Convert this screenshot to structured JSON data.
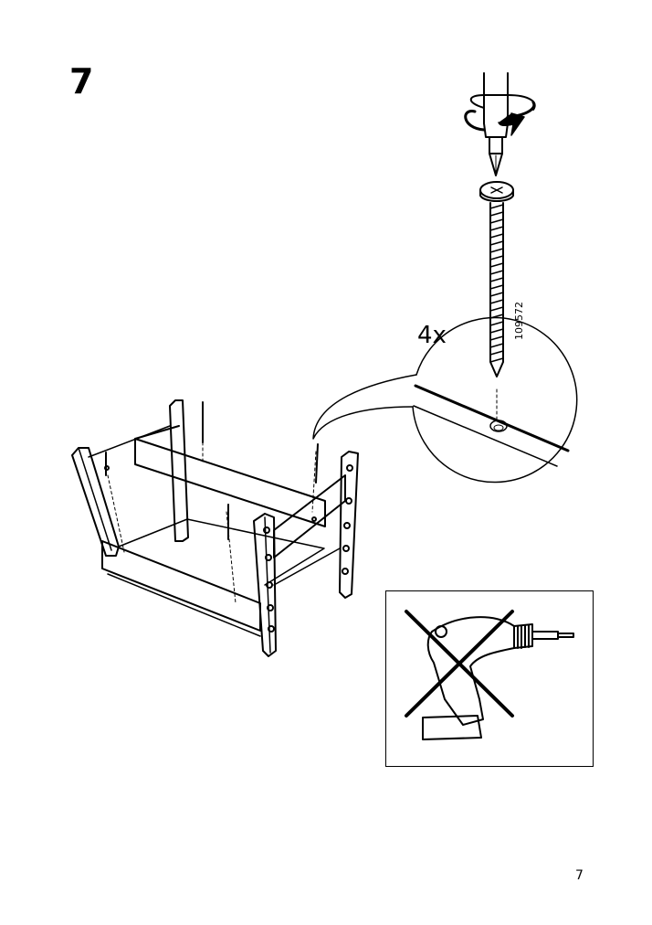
{
  "step": {
    "number": "7"
  },
  "detail": {
    "quantity": "4x",
    "part_number": "109572"
  },
  "footer": {
    "page_number": "7"
  },
  "icons": {
    "screwdriver": "screwdriver-icon",
    "rotation": "rotate-clockwise-icon",
    "screw": "screw-icon",
    "power_drill_prohibited": "no-power-drill-icon"
  }
}
